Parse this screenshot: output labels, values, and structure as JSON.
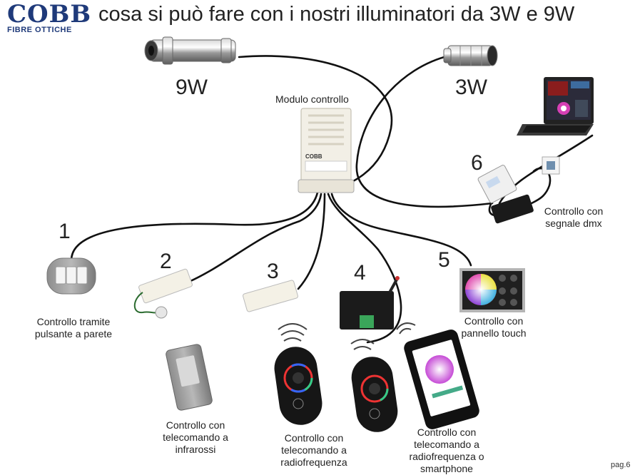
{
  "logo": {
    "brand": "COBB",
    "tagline": "FIBRE OTTICHE"
  },
  "title": "cosa si può fare con i nostri illuminatori da 3W e 9W",
  "illuminators": {
    "left_label": "9W",
    "right_label": "3W"
  },
  "module": {
    "label": "Modulo controllo"
  },
  "options": [
    {
      "number": "1",
      "caption_lines": [
        "Controllo tramite",
        "pulsante a parete"
      ]
    },
    {
      "number": "2",
      "caption_lines": [
        "Controllo con",
        "telecomando a",
        "infrarossi"
      ]
    },
    {
      "number": "3",
      "caption_lines": [
        "Controllo con",
        "telecomando a",
        "radiofrequenza"
      ]
    },
    {
      "number": "4",
      "caption_lines": [
        "Controllo con",
        "telecomando a",
        "radiofrequenza o",
        "smartphone"
      ]
    },
    {
      "number": "5",
      "caption_lines": [
        "Controllo con",
        "pannello touch"
      ]
    },
    {
      "number": "6",
      "caption_lines": [
        "Controllo con",
        "segnale dmx"
      ]
    }
  ],
  "page_number": "pag.6",
  "colors": {
    "brand_blue": "#1f3a7a",
    "cable": "#111111",
    "device_white": "#f2efe6"
  }
}
